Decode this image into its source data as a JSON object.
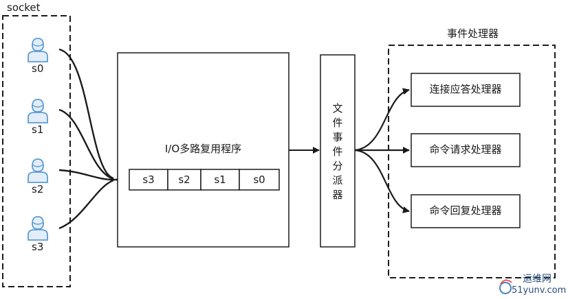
{
  "socket_group": {
    "title": "socket"
  },
  "sockets": [
    {
      "label": "s0"
    },
    {
      "label": "s1"
    },
    {
      "label": "s2"
    },
    {
      "label": "s3"
    }
  ],
  "io_multiplexer": {
    "title": "I/O多路复用程序",
    "queue": [
      "s3",
      "s2",
      "s1",
      "s0"
    ]
  },
  "dispatcher": {
    "label": "文件事件分派器",
    "chars": [
      "文",
      "件",
      "事",
      "件",
      "分",
      "派",
      "器"
    ]
  },
  "handlers_group": {
    "title": "事件处理器",
    "handlers": [
      {
        "label": "连接应答处理器"
      },
      {
        "label": "命令请求处理器"
      },
      {
        "label": "命令回复处理器"
      }
    ]
  },
  "watermark": {
    "line1": "运维网",
    "line2": "51yunv.com"
  },
  "colors": {
    "user_icon": "#5b9bd5",
    "stroke": "#1a1a1a"
  }
}
